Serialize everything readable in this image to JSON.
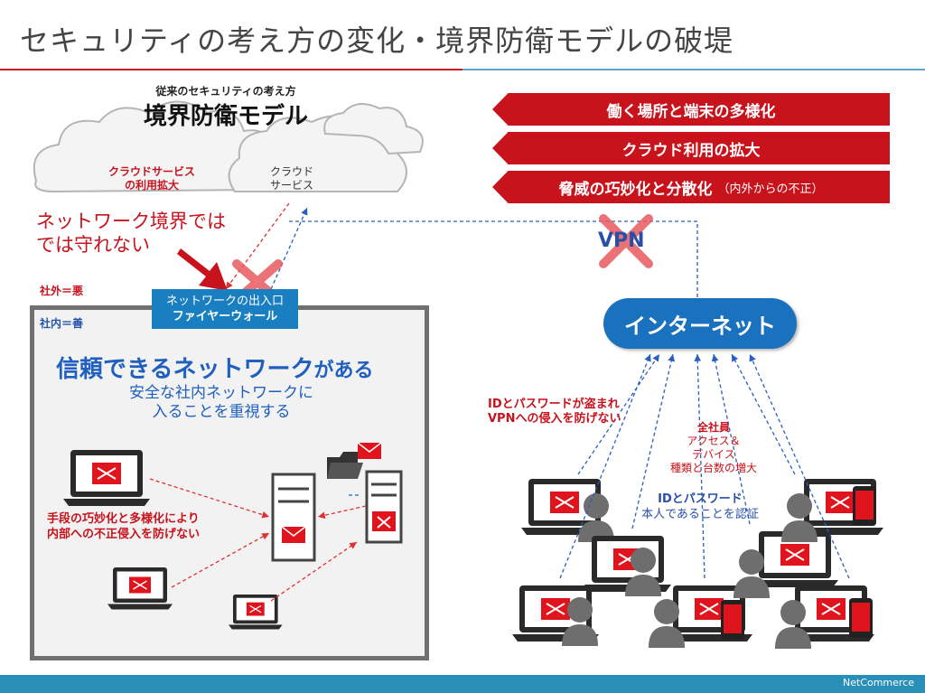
{
  "title": "セキュリティの考え方の変化・境界防衛モデルの破堤",
  "traditional": {
    "subtitle": "従来のセキュリティの考え方",
    "title": "境界防衛モデル"
  },
  "clouds": {
    "cloud_usage": [
      "クラウドサービス",
      "の利用拡大"
    ],
    "cloud_service": [
      "クラウド",
      "サービス"
    ]
  },
  "banners": [
    {
      "text": "働く場所と端末の多様化",
      "small": ""
    },
    {
      "text": "クラウド利用の拡大",
      "small": ""
    },
    {
      "text": "脅威の巧妙化と分散化",
      "small": "（内外からの不正）"
    }
  ],
  "boundary_text": [
    "ネットワーク境界では",
    "では守れない"
  ],
  "outside_label": "社外＝悪",
  "inside_label": "社内＝善",
  "firewall": {
    "line1": "ネットワークの出入口",
    "line2": "ファイヤーウォール"
  },
  "trusted": {
    "main": "信頼できるネットワーク",
    "tail": "がある"
  },
  "safe_network": [
    "安全な社内ネットワークに",
    "入ることを重視する"
  ],
  "inner_warning": [
    "手段の巧妙化と多様化により",
    "内部への不正侵入を防げない"
  ],
  "internet": "インターネット",
  "vpn": "VPN",
  "id_stolen": [
    "IDとパスワードが盗まれ",
    "VPNへの侵入を防げない"
  ],
  "all_staff": {
    "title": "全社員",
    "lines": [
      "アクセス＆",
      "デバイス",
      "種類と台数の増大"
    ]
  },
  "id_password": {
    "title": "IDとパスワード",
    "line": "本人であることを認証"
  },
  "footer": "NetCommerce",
  "colors": {
    "accent_red": "#c8121c",
    "accent_blue": "#1a72bf",
    "footer_blue": "#2a8fb8"
  }
}
